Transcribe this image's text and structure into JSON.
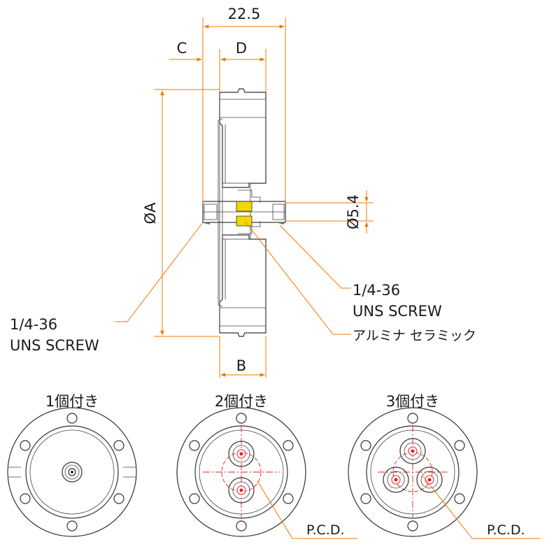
{
  "side_view": {
    "dim_overall": "22.5",
    "dim_c": "C",
    "dim_d": "D",
    "dim_b": "B",
    "dim_diameter_a": "ØA",
    "dim_diameter_54": "Ø5.4",
    "callout_left_line1": "1/4-36",
    "callout_left_line2": "UNS SCREW",
    "callout_right_line1": "1/4-36",
    "callout_right_line2": "UNS SCREW",
    "callout_ceramic": "アルミナ セラミック"
  },
  "front_views": [
    {
      "title": "1個付き",
      "pcd_label": ""
    },
    {
      "title": "2個付き",
      "pcd_label": "P.C.D."
    },
    {
      "title": "3個付き",
      "pcd_label": "P.C.D."
    }
  ],
  "colors": {
    "dimension": "#f07800",
    "hatch": "#2f9a4a",
    "ceramic": "#f0d800",
    "center_line": "#e02020"
  }
}
